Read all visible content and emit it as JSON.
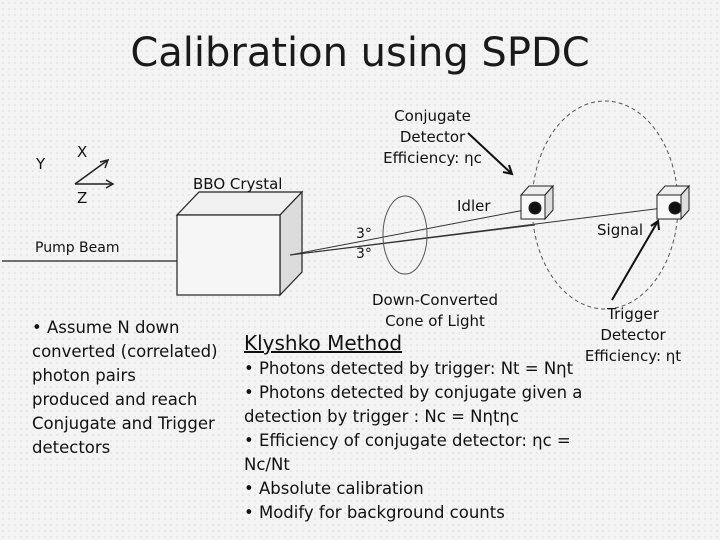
{
  "title": "Calibration using SPDC",
  "axes": {
    "x": "X",
    "y": "Y",
    "z": "Z"
  },
  "labels": {
    "bbo": "BBO Crystal",
    "pump": "Pump Beam",
    "idler": "Idler",
    "signal": "Signal",
    "angle_top": "3°",
    "angle_bottom": "3°",
    "conjugate": [
      "Conjugate",
      "Detector",
      "Efficiency: ηc"
    ],
    "cone": [
      "Down-Converted",
      "Cone of Light"
    ],
    "trigger": [
      "Trigger",
      "Detector",
      "Efficiency: ηt"
    ]
  },
  "left_bullet": [
    "• Assume N down",
    "converted (correlated)",
    "photon pairs",
    "produced and reach",
    "Conjugate and Trigger",
    "detectors"
  ],
  "klyshko_heading": "Klyshko Method",
  "klyshko_bullets": [
    "• Photons detected by trigger: Nt = Nηt",
    "• Photons detected by conjugate given a",
    "detection by trigger : Nc = Nηtηc",
    "• Efficiency of conjugate detector: ηc =",
    "Nc/Nt",
    "• Absolute calibration",
    "• Modify for background counts"
  ]
}
